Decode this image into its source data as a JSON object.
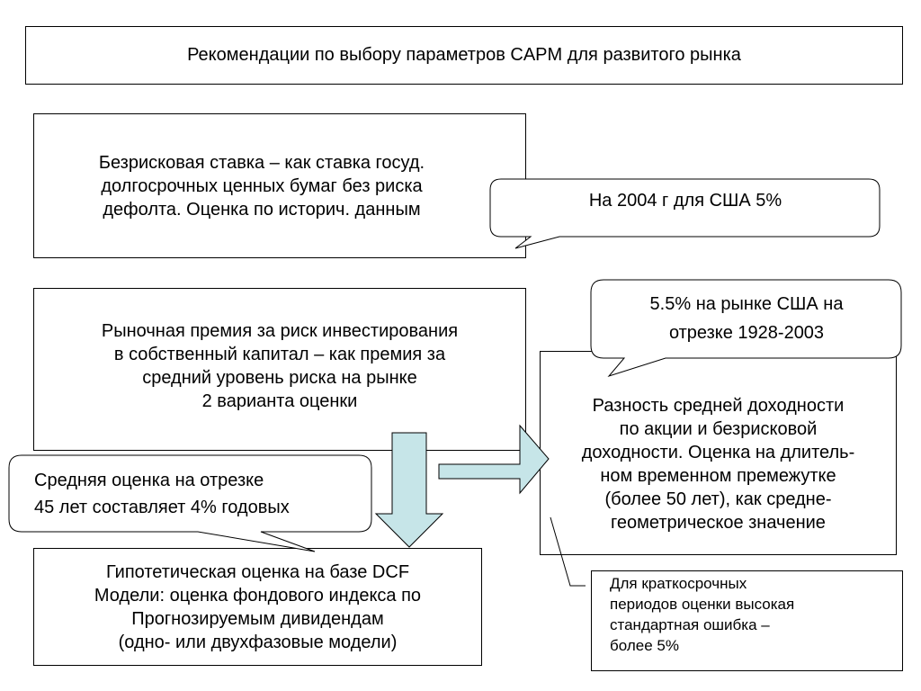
{
  "title": "Рекомендации по выбору параметров CAPM для развитого рынка",
  "boxes": {
    "risk_free": "Безрисковая ставка – как ставка госуд.\nдолгосрочных ценных бумаг без риска\nдефолта. Оценка по историч. данным",
    "market_premium": "Рыночная премия за риск инвестирования\nв собственный капитал – как премия за\nсредний уровень риска на рынке\n2 варианта оценки",
    "historical": "Разность средней доходности\nпо акции и безрисковой\nдоходности. Оценка на длитель-\nном временном премежутке\n(более 50 лет), как средне-\nгеометрическое значение",
    "dcf": "Гипотетическая оценка на базе DCF\nМодели: оценка фондового индекса по\nПрогнозируемым дивидендам\n(одно- или двухфазовые модели)",
    "short_period": "Для краткосрочных\nпериодов оценки высокая\nстандартная ошибка –\nболее 5%"
  },
  "callouts": {
    "usa_2004": "На 2004 г для США 5%",
    "usa_1928": "5.5% на рынке США на\nотрезке 1928-2003",
    "avg_45": "Средняя оценка на отрезке\n45 лет составляет 4% годовых"
  },
  "colors": {
    "arrow_fill": "#c6e5e8",
    "line": "#000000"
  }
}
